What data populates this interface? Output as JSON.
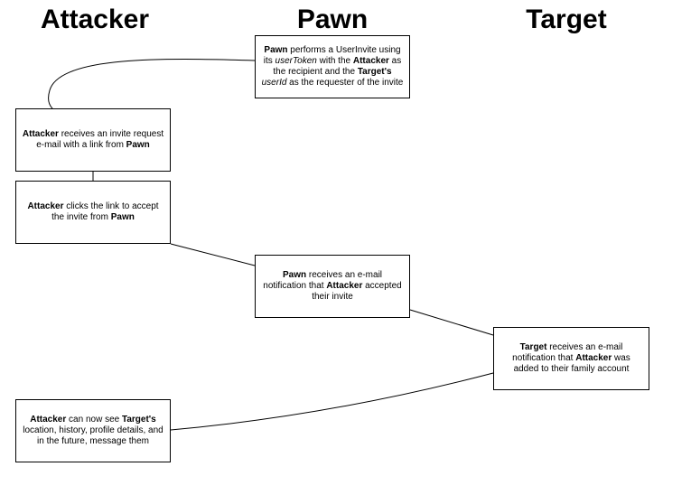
{
  "columns": {
    "attacker": "Attacker",
    "pawn": "Pawn",
    "target": "Target"
  },
  "boxes": {
    "pawn_invite": {
      "s1": "Pawn",
      "s2": " performs a UserInvite using its ",
      "s3": "userToken",
      "s4": " with the ",
      "s5": "Attacker",
      "s6": " as the recipient and the ",
      "s7": "Target's",
      "s8": " ",
      "s9": "userId",
      "s10": " as the requester of the invite"
    },
    "attacker_receives": {
      "s1": "Attacker",
      "s2": " receives an invite request e-mail with a link from ",
      "s3": "Pawn"
    },
    "attacker_clicks": {
      "s1": "Attacker",
      "s2": " clicks the link to accept the invite from ",
      "s3": "Pawn"
    },
    "pawn_notified": {
      "s1": "Pawn",
      "s2": " receives an e-mail notification that ",
      "s3": "Attacker",
      "s4": " accepted their invite"
    },
    "target_notified": {
      "s1": "Target",
      "s2": " receives an e-mail notification that ",
      "s3": "Attacker",
      "s4": " was added to their family account"
    },
    "attacker_sees": {
      "s1": "Attacker",
      "s2": " can now see ",
      "s3": "Target's",
      "s4": " location, history, profile details, and in the future, message them"
    }
  },
  "colors": {
    "line": "#000000",
    "box_border": "#000000",
    "background": "#ffffff"
  }
}
